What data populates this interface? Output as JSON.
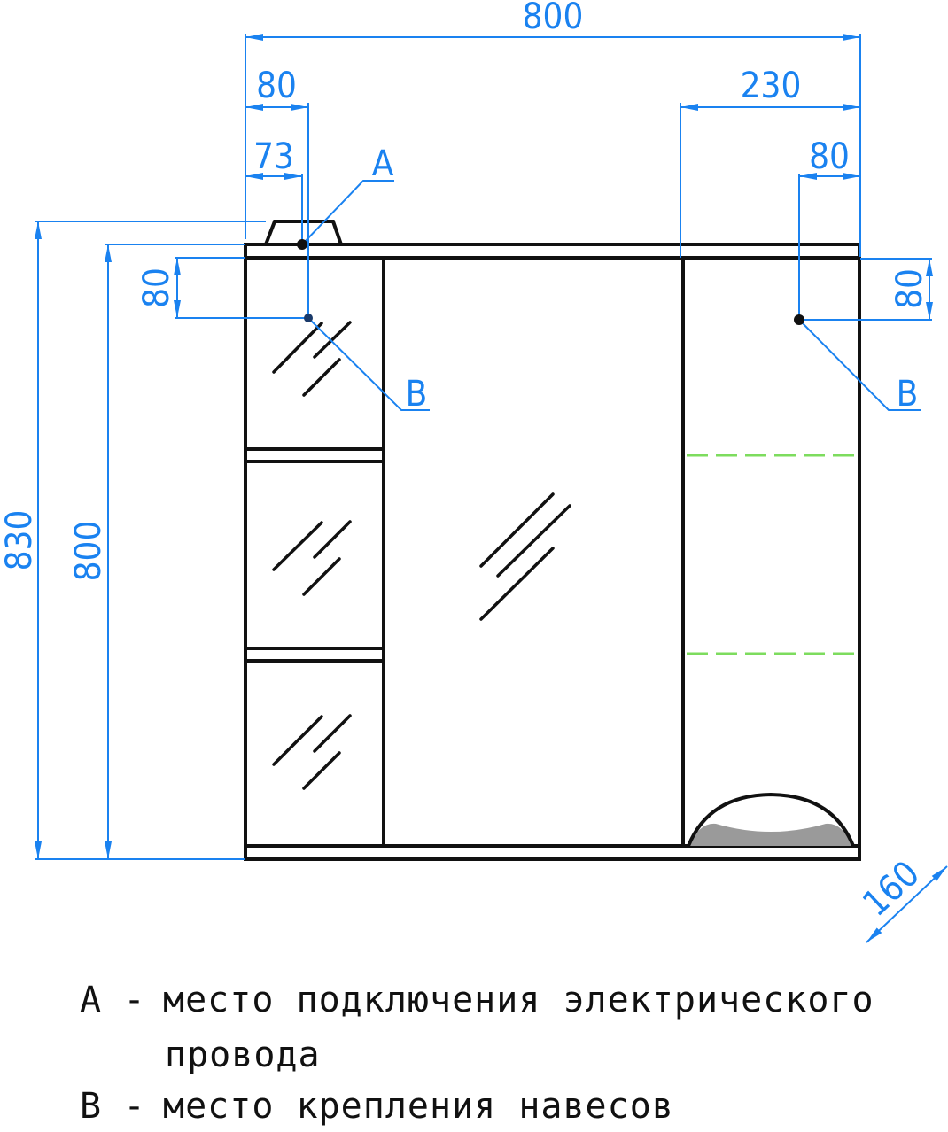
{
  "drawing": {
    "title": "Зеркало-шкаф, фронтальный вид с размерами",
    "units": "mm",
    "colors": {
      "outline": "#111111",
      "dimension": "#1a82f0",
      "hidden_shelf": "#7ddc5e",
      "lamp_fill": "#9a9a9a"
    },
    "dimensions": {
      "overall_width": "800",
      "left_hook_offset": "80",
      "wire_offset": "73",
      "right_cabinet_width": "230",
      "right_hook_offset": "80",
      "left_hook_drop": "80",
      "right_hook_drop": "80",
      "overall_height": "830",
      "body_height": "800",
      "depth": "160"
    },
    "markers": {
      "a_label": "A",
      "b_left_label": "B",
      "b_right_label": "B"
    }
  },
  "legend": {
    "items": [
      {
        "key": "A",
        "dash": "-",
        "text": "место подключения электрического",
        "cont": "провода"
      },
      {
        "key": "B",
        "dash": "-",
        "text": "место крепления навесов"
      }
    ]
  }
}
